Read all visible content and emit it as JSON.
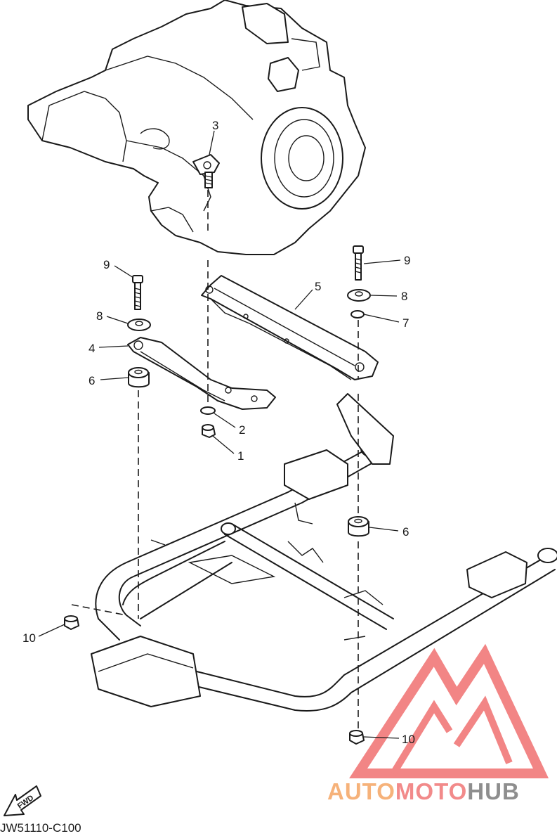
{
  "callouts": {
    "c1": "1",
    "c2": "2",
    "c3": "3",
    "c4": "4",
    "c5": "5",
    "c6a": "6",
    "c6b": "6",
    "c7": "7",
    "c8a": "8",
    "c8b": "8",
    "c9a": "9",
    "c9b": "9",
    "c10a": "10",
    "c10b": "10"
  },
  "fwd_label": "FWD",
  "diagram_code": "JW51110-C100",
  "watermark": {
    "part1": "AUTO",
    "part2": "MOTO",
    "part3": "HUB",
    "colors": {
      "auto": "#f6b27a",
      "moto": "#f28a8a",
      "hub": "#8e8e8e",
      "logo": "#f07070"
    }
  }
}
